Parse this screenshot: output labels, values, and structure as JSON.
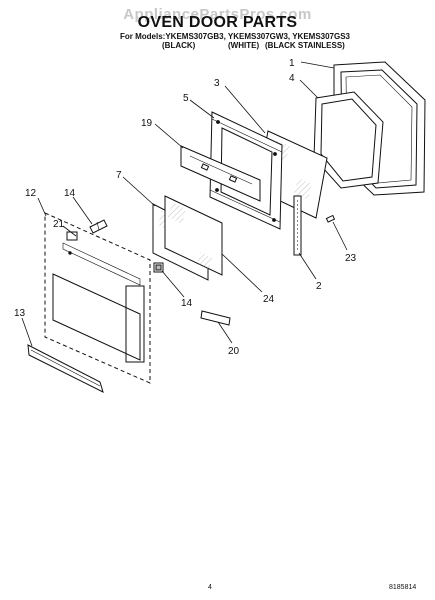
{
  "watermark": "AppliancePartsPros.com",
  "title": "OVEN DOOR PARTS",
  "models_line": "For Models:YKEMS307GB3, YKEMS307GW3, YKEMS307GS3",
  "variants": [
    "(BLACK)",
    "(WHITE)",
    "(BLACK STAINLESS)"
  ],
  "callouts": [
    "1",
    "2",
    "3",
    "4",
    "5",
    "7",
    "12",
    "13",
    "14",
    "14",
    "19",
    "20",
    "21",
    "23",
    "24"
  ],
  "page_number": "4",
  "document_number": "8185814"
}
